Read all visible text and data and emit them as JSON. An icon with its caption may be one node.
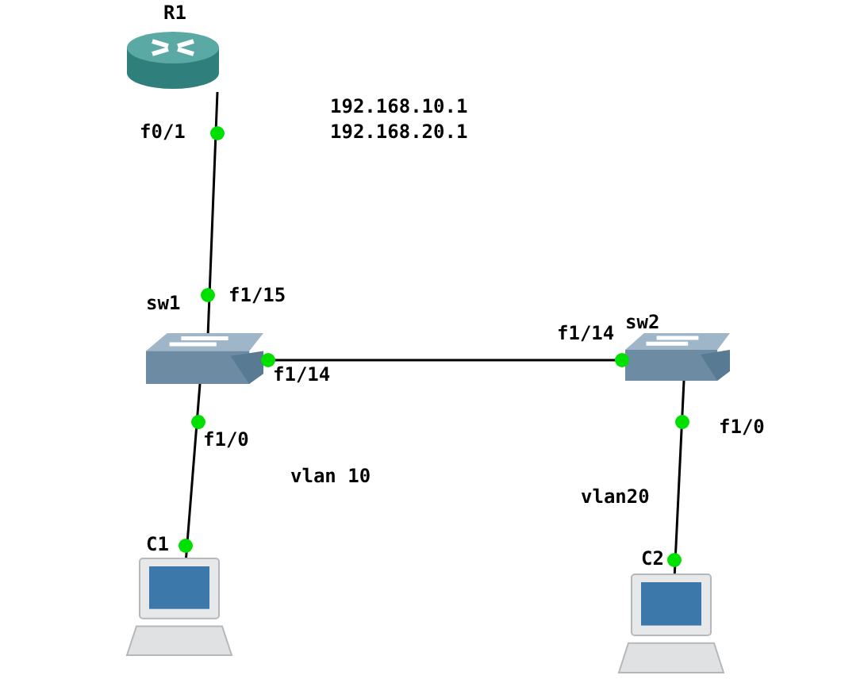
{
  "diagram": {
    "nodes": [
      {
        "text": [
          "R1"
        ]
      },
      {
        "text": [
          "sw1"
        ]
      },
      {
        "text": [
          "sw2"
        ]
      },
      {
        "text": [
          "C1"
        ]
      },
      {
        "text": [
          "C2"
        ]
      }
    ],
    "edges": [
      {
        "from": 0,
        "to": 1,
        "arrow": "none"
      },
      {
        "from": 1,
        "to": 2,
        "arrow": "none"
      },
      {
        "from": 1,
        "to": 3,
        "arrow": "none"
      },
      {
        "from": 2,
        "to": 4,
        "arrow": "none"
      }
    ],
    "labels": [
      "192.168.10.1",
      "192.168.20.1",
      "f0/1",
      "f1/15",
      "f1/14",
      "f1/14",
      "f1/0",
      "f1/0",
      "vlan 10",
      "vlan20"
    ]
  }
}
